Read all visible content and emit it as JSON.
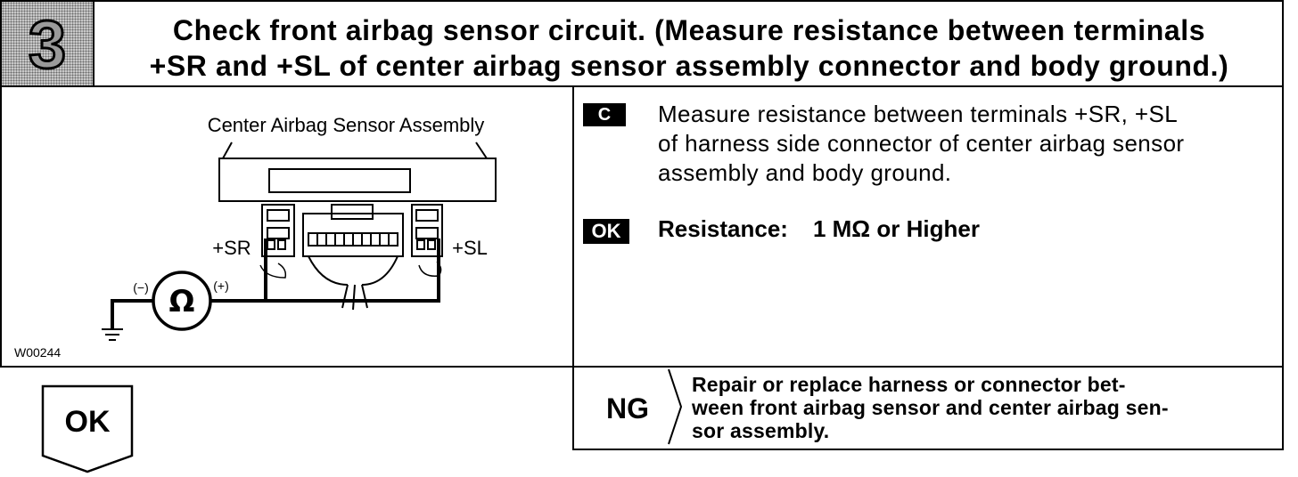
{
  "step": {
    "number": "3"
  },
  "title": {
    "line1": "Check front airbag sensor circuit. (Measure resistance between terminals",
    "line2": "+SR and +SL of center airbag sensor assembly connector and body ground.)"
  },
  "diagram": {
    "caption": "Center Airbag Sensor Assembly",
    "label_sr": "+SR",
    "label_sl": "+SL",
    "minus": "(−)",
    "plus": "(+)",
    "ohm": "Ω",
    "figure_id": "W00244"
  },
  "instruction": {
    "badge": "C",
    "line1": "Measure resistance between terminals +SR, +SL",
    "line2": "of harness side connector of center airbag sensor",
    "line3": "assembly and body ground."
  },
  "result": {
    "badge": "OK",
    "label": "Resistance:",
    "value": "1 MΩ or Higher"
  },
  "ng": {
    "label": "NG",
    "line1": "Repair or replace harness or connector bet-",
    "line2": "ween front airbag sensor and center airbag sen-",
    "line3": "sor assembly."
  },
  "ok_next": {
    "label": "OK"
  }
}
